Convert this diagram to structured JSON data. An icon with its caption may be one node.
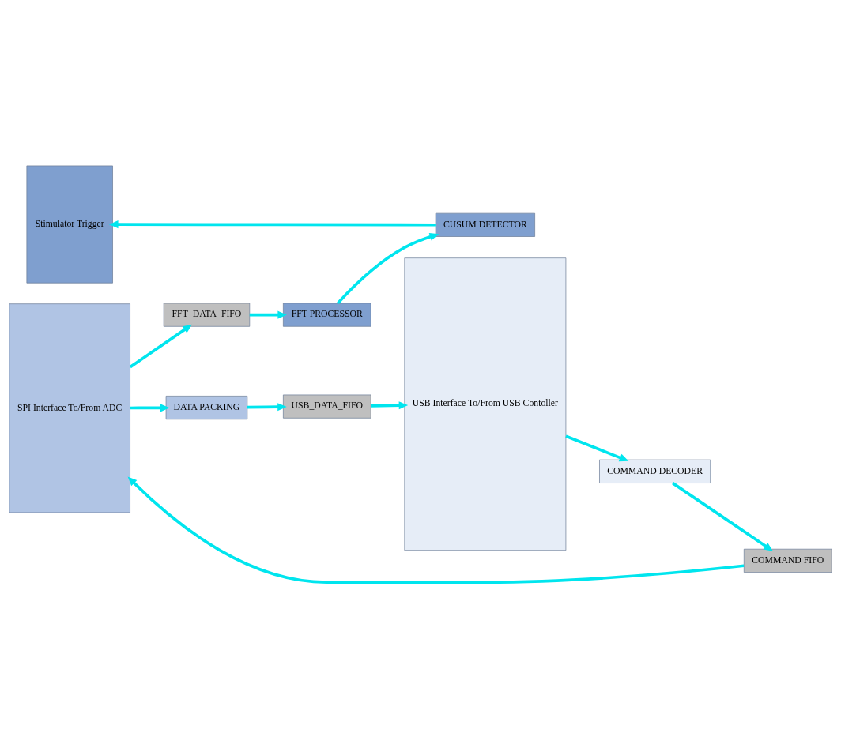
{
  "diagram": {
    "nodes": [
      {
        "text": [
          "Stimulator Trigger"
        ]
      },
      {
        "text": [
          "CUSUM DETECTOR"
        ]
      },
      {
        "text": [
          "FFT_DATA_FIFO"
        ]
      },
      {
        "text": [
          "FFT PROCESSOR"
        ]
      },
      {
        "text": [
          "SPI Interface To/From ADC"
        ]
      },
      {
        "text": [
          "USB Interface To/From USB Contoller"
        ]
      },
      {
        "text": [
          "DATA PACKING"
        ]
      },
      {
        "text": [
          "USB_DATA_FIFO"
        ]
      },
      {
        "text": [
          "COMMAND FIFO"
        ]
      },
      {
        "text": [
          "COMMAND DECODER"
        ]
      }
    ],
    "edges": [
      {
        "from": 1,
        "to": 0,
        "arrow": "to"
      },
      {
        "from": 3,
        "to": 1,
        "arrow": "to"
      },
      {
        "from": 2,
        "to": 3,
        "arrow": "to"
      },
      {
        "from": 4,
        "to": 2,
        "arrow": "to"
      },
      {
        "from": 4,
        "to": 6,
        "arrow": "to"
      },
      {
        "from": 6,
        "to": 7,
        "arrow": "to"
      },
      {
        "from": 7,
        "to": 5,
        "arrow": "to"
      },
      {
        "from": 5,
        "to": 9,
        "arrow": "to"
      },
      {
        "from": 9,
        "to": 8,
        "arrow": "to"
      },
      {
        "from": 8,
        "to": 4,
        "arrow": "to"
      }
    ]
  }
}
